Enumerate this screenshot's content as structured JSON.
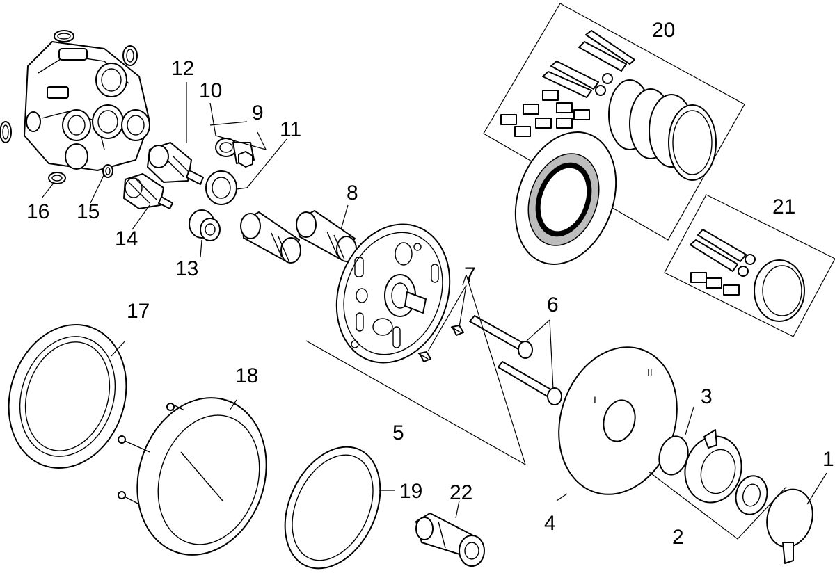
{
  "diagram": {
    "callouts": [
      "1",
      "2",
      "3",
      "4",
      "5",
      "6",
      "7",
      "8",
      "9",
      "10",
      "11",
      "12",
      "13",
      "14",
      "15",
      "16",
      "17",
      "18",
      "19",
      "20",
      "21",
      "22"
    ],
    "cover_marks": [
      "I",
      "II"
    ],
    "colors": {
      "line": "#000000",
      "shading": "#bdbdbd",
      "background": "#ffffff"
    }
  }
}
